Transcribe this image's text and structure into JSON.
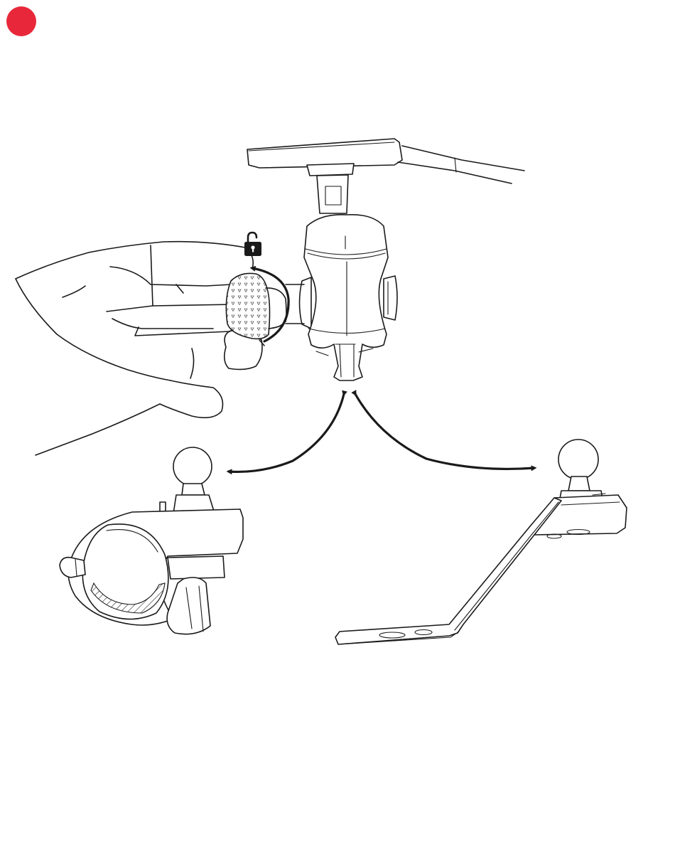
{
  "colors": {
    "step_marker": "#e8283a",
    "line": "#1a1a1a",
    "background": "#ffffff"
  },
  "icons": {
    "unlock": "unlock-icon",
    "step_marker": "red-dot-icon"
  },
  "figure": {
    "components": [
      "device-holder-cradle",
      "double-socket-arm",
      "handlebar-clamp-ball-mount",
      "angled-bracket-ball-mount"
    ]
  }
}
